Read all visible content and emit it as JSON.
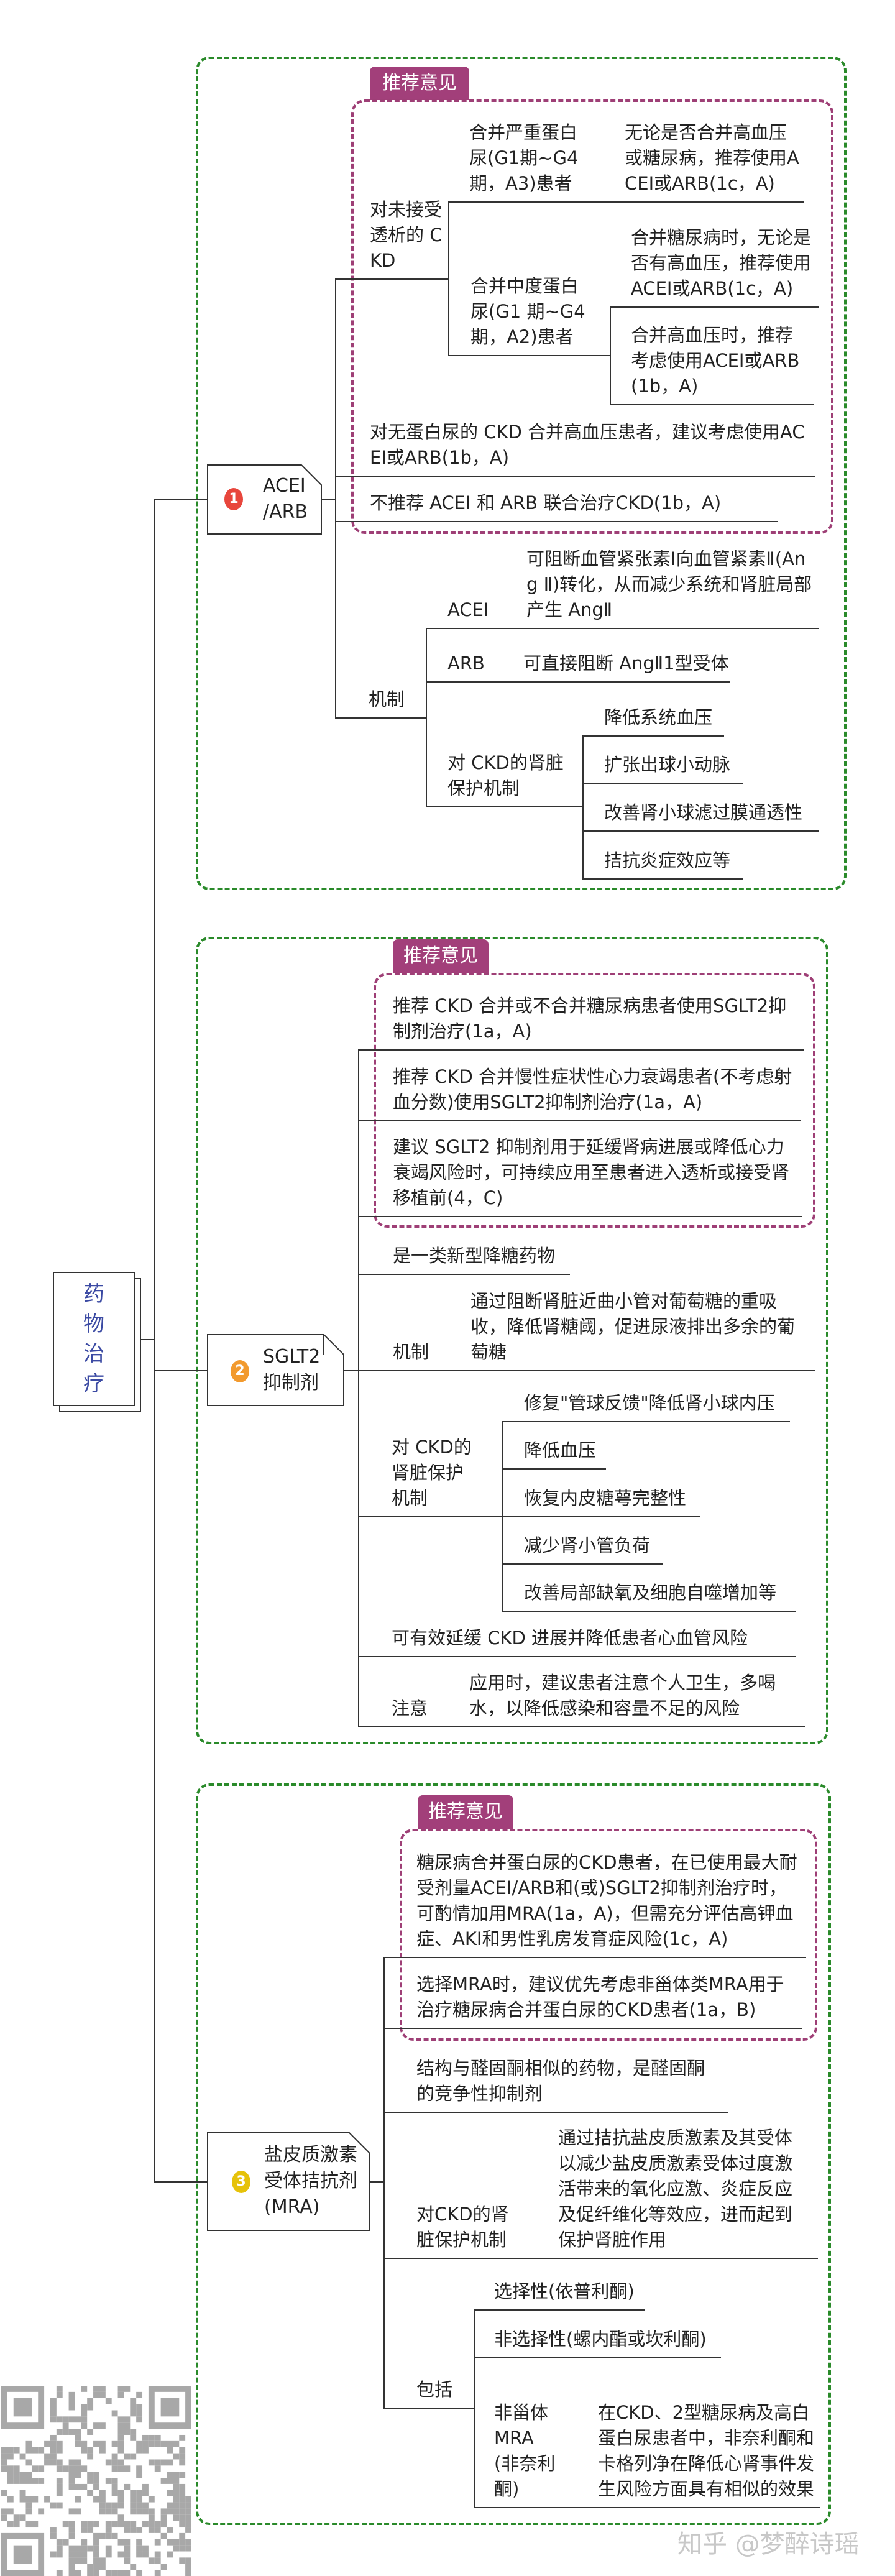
{
  "root": {
    "label": "药物治疗"
  },
  "s1": {
    "badge": "1",
    "badge_color": "#e8463c",
    "title": "ACEI /ARB",
    "tag": "推荐意见",
    "a": "对未接受透析的 CKD",
    "a1": "合并严重蛋白尿(G1期~G4期，A3)患者",
    "a1c": "无论是否合并高血压或糖尿病，推荐使用ACEI或ARB(1c，A)",
    "a2": "合并中度蛋白尿(G1 期~G4期，A2)患者",
    "a2c1": "合并糖尿病时，无论是否有高血压，推荐使用ACEI或ARB(1c，A)",
    "a2c2": "合并高血压时，推荐考虑使用ACEI或ARB(1b，A)",
    "b": "对无蛋白尿的 CKD 合并高血压患者，建议考虑使用ACEI或ARB(1b，A)",
    "c": "不推荐 ACEI 和 ARB 联合治疗CKD(1b，A)",
    "d": "机制",
    "d1": "ACEI",
    "d1c": "可阻断血管紧张素Ⅰ向血管紧素Ⅱ(Ang Ⅱ)转化，从而减少系统和肾脏局部产生 AngⅡ",
    "d2": "ARB",
    "d2c": "可直接阻断 AngⅡ1型受体",
    "d3": "对 CKD的肾脏保护机制",
    "d3c": [
      "降低系统血压",
      "扩张出球小动脉",
      "改善肾小球滤过膜通透性",
      "拮抗炎症效应等"
    ]
  },
  "s2": {
    "badge": "2",
    "badge_color": "#f29a2e",
    "title": "SGLT2 抑制剂",
    "tag": "推荐意见",
    "r1": "推荐 CKD 合并或不合并糖尿病患者使用SGLT2抑制剂治疗(1a，A)",
    "r2": "推荐 CKD 合并慢性症状性心力衰竭患者(不考虑射血分数)使用SGLT2抑制剂治疗(1a，A)",
    "r3": "建议 SGLT2 抑制剂用于延缓肾病进展或降低心力衰竭风险时，可持续应用至患者进入透析或接受肾移植前(4，C)",
    "i1": "是一类新型降糖药物",
    "i2": "机制",
    "i2c": "通过阻断肾脏近曲小管对葡萄糖的重吸收，降低肾糖阈，促进尿液排出多余的葡萄糖",
    "i3": "对 CKD的肾脏保护机制",
    "i3c": [
      "修复\"管球反馈\"降低肾小球内压",
      "降低血压",
      "恢复内皮糖萼完整性",
      "减少肾小管负荷",
      "改善局部缺氧及细胞自噬增加等"
    ],
    "i4": "可有效延缓 CKD 进展并降低患者心血管风险",
    "i5": "注意",
    "i5c": "应用时，建议患者注意个人卫生，多喝水，以降低感染和容量不足的风险"
  },
  "s3": {
    "badge": "3",
    "badge_color": "#e6c20a",
    "title": "盐皮质激素受体拮抗剂(MRA)",
    "tag": "推荐意见",
    "r1": "糖尿病合并蛋白尿的CKD患者，在已使用最大耐受剂量ACEI/ARB和(或)SGLT2抑制剂治疗时，可酌情加用MRA(1a，A)，但需充分评估高钾血症、AKI和男性乳房发育症风险(1c，A)",
    "r2": "选择MRA时，建议优先考虑非甾体类MRA用于治疗糖尿病合并蛋白尿的CKD患者(1a，B)",
    "i1": "结构与醛固酮相似的药物，是醛固酮的竞争性抑制剂",
    "i2": "对CKD的肾脏保护机制",
    "i2c": "通过拮抗盐皮质激素及其受体以减少盐皮质激素受体过度激活带来的氧化应激、炎症反应及促纤维化等效应，进而起到保护肾脏作用",
    "i3": "包括",
    "i3c1": "选择性(依普利酮)",
    "i3c2": "非选择性(螺内酯或坎利酮)",
    "i3c3": "非甾体MRA(非奈利酮)",
    "i3c3d": "在CKD、2型糖尿病及高白蛋白尿患者中，非奈利酮和卡格列净在降低心肾事件发生风险方面具有相似的效果"
  },
  "watermark": "知乎 @梦醉诗瑶"
}
